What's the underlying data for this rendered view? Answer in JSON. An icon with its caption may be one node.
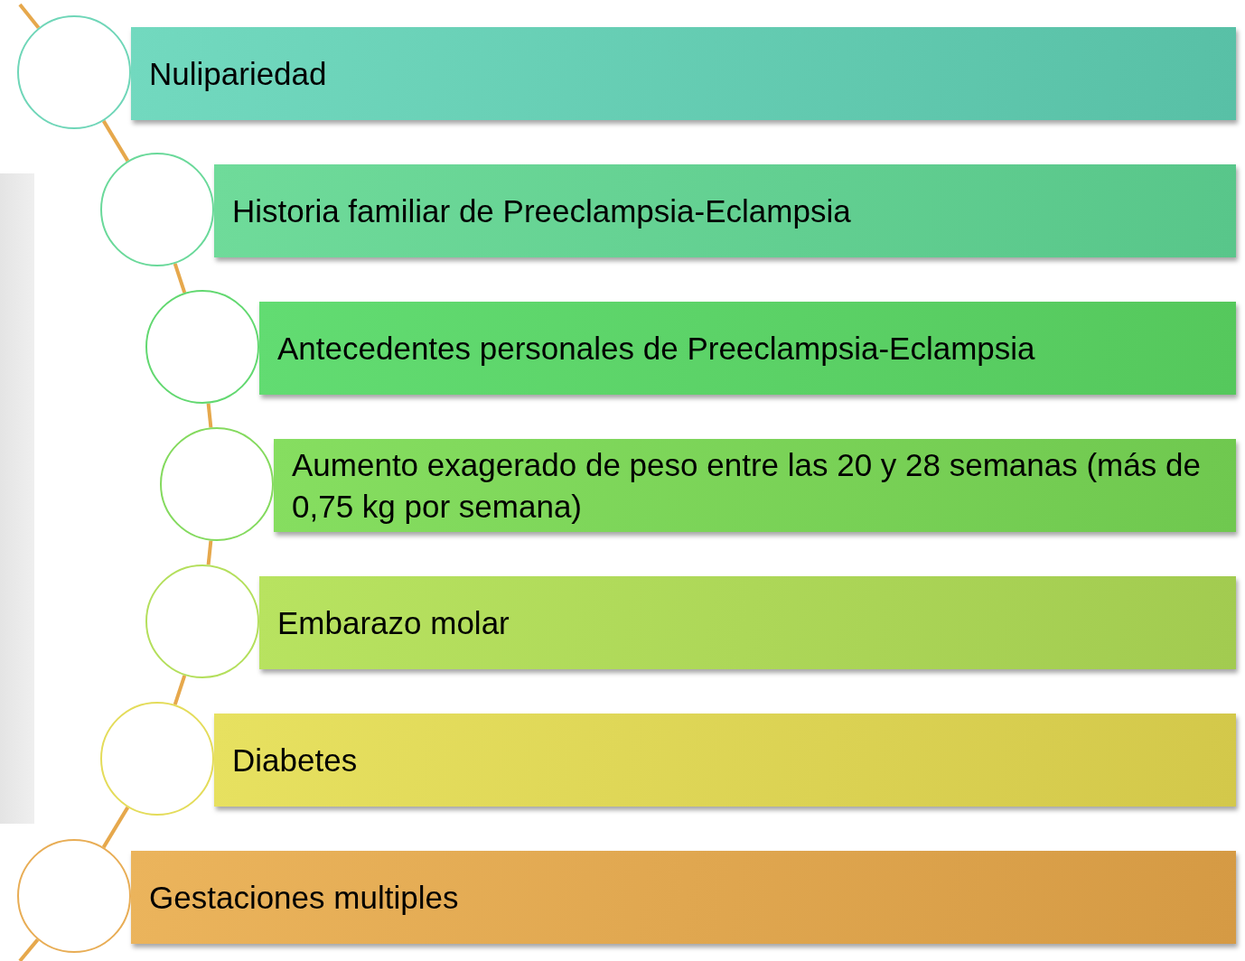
{
  "diagram": {
    "nodes": [
      {
        "text": [],
        "shape": "circle"
      },
      {
        "text": [
          "Nulipariedad"
        ]
      },
      {
        "text": [],
        "shape": "circle"
      },
      {
        "text": [
          "Historia familiar de Preeclampsia-Eclampsia"
        ]
      },
      {
        "text": [],
        "shape": "circle"
      },
      {
        "text": [
          "Antecedentes personales de Preeclampsia-Eclampsia"
        ]
      },
      {
        "text": [],
        "shape": "circle"
      },
      {
        "text": [
          "Aumento exagerado de peso entre las 20 y 28 semanas (más de 0,75 kg por semana)"
        ]
      },
      {
        "text": [],
        "shape": "circle"
      },
      {
        "text": [
          "Embarazo molar"
        ]
      },
      {
        "text": [],
        "shape": "circle"
      },
      {
        "text": [
          "Diabetes"
        ]
      },
      {
        "text": [],
        "shape": "circle"
      },
      {
        "text": [
          "Gestaciones multiples"
        ]
      }
    ],
    "edges": [
      {
        "from": null,
        "to": 0,
        "arrow": "none"
      },
      {
        "from": 0,
        "to": 2,
        "arrow": "none"
      },
      {
        "from": 2,
        "to": 4,
        "arrow": "none"
      },
      {
        "from": 4,
        "to": 6,
        "arrow": "none"
      },
      {
        "from": 6,
        "to": 8,
        "arrow": "none"
      },
      {
        "from": 8,
        "to": 10,
        "arrow": "none"
      },
      {
        "from": 10,
        "to": 12,
        "arrow": "none"
      },
      {
        "from": 12,
        "to": null,
        "arrow": "none"
      }
    ]
  }
}
